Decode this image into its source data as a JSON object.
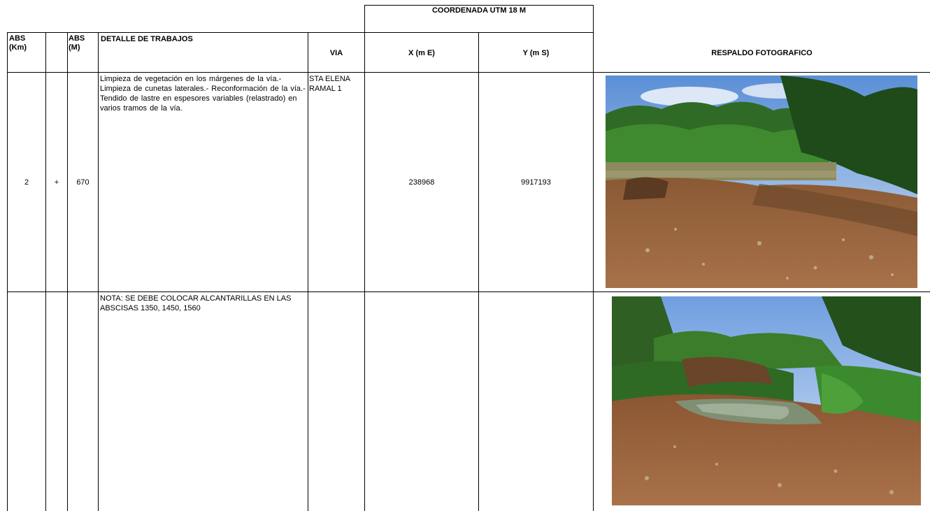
{
  "header": {
    "coordinate_group": "COORDENADA UTM 18 M",
    "abs_km": "ABS\n(Km)",
    "abs_m": "ABS\n(M)",
    "detail": "DETALLE DE TRABAJOS",
    "via": "VIA",
    "x": "X (m E)",
    "y": "Y (m S)",
    "photo": "RESPALDO FOTOGRAFICO"
  },
  "rows": [
    {
      "abs_km": "2",
      "sep": "+",
      "abs_m": "670",
      "detail": "Limpieza de vegetación en los márgenes de la vía.- Limpieza de cunetas laterales.- Reconformación de la vía.- Tendido de lastre en espesores variables (relastrado) en varios tramos de la vía.",
      "via": "STA ELENA RAMAL 1",
      "x": "238968",
      "y": "9917193",
      "photo_icon": "river-road-photo"
    },
    {
      "abs_km": "",
      "sep": "",
      "abs_m": "",
      "detail": "NOTA: SE DEBE COLOCAR ALCANTARILLAS EN LAS ABSCISAS 1350, 1450, 1560",
      "via": "",
      "x": "",
      "y": "",
      "photo_icon": "stream-crossing-photo"
    }
  ]
}
